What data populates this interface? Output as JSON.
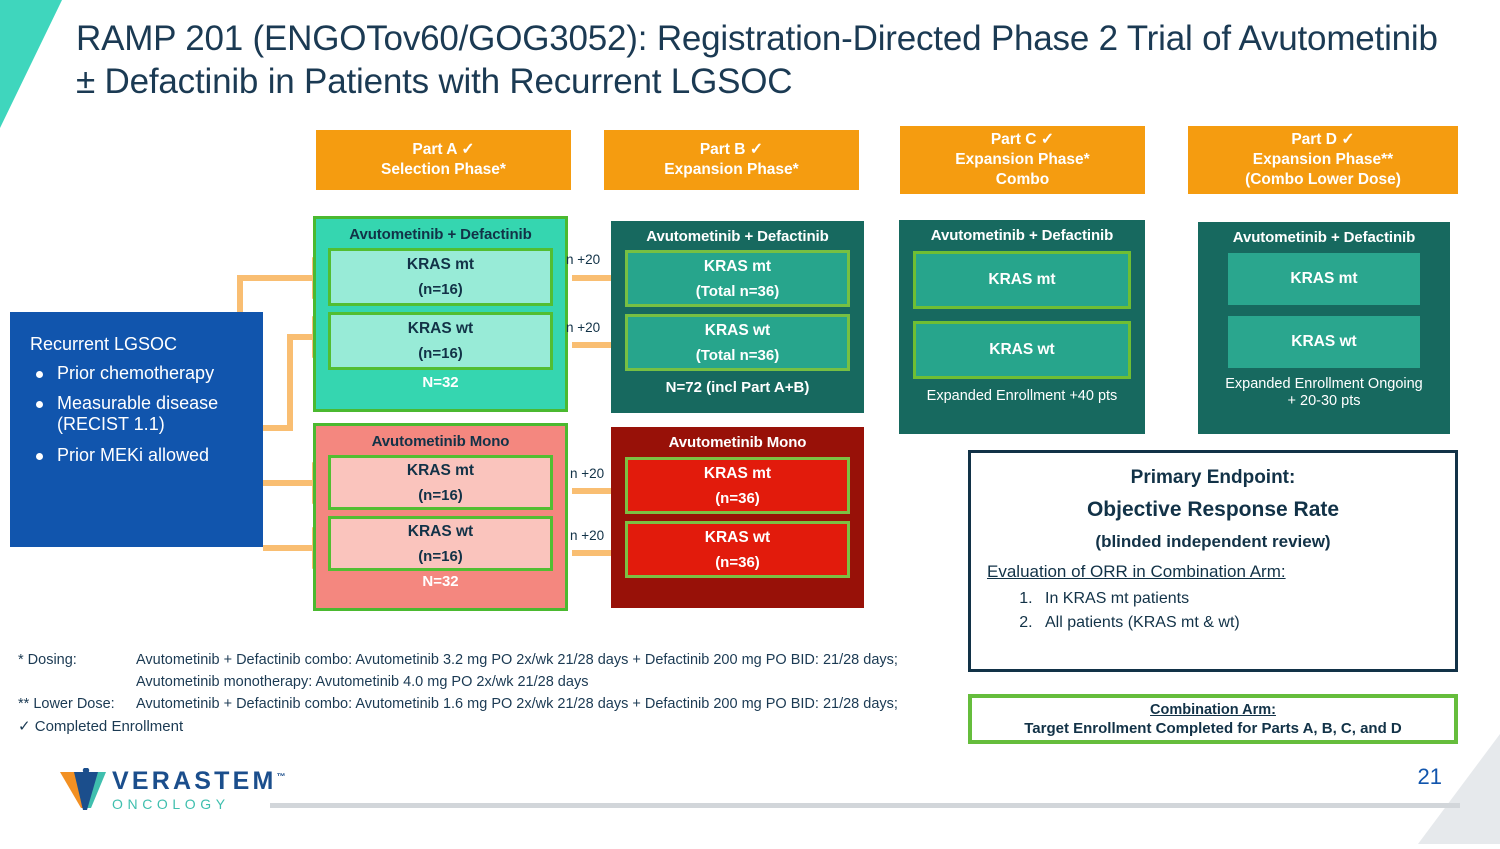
{
  "slide": {
    "title": "RAMP 201 (ENGOTov60/GOG3052): Registration-Directed Phase 2 Trial of Avutometinib ± Defactinib in Patients with Recurrent LGSOC",
    "page_number": "21",
    "accent_colors": {
      "teal_corner": "#3FD6BD",
      "header_orange": "#F59C10",
      "blue_box": "#1155AD",
      "dark_teal": "#17695F",
      "mid_teal": "#27A58C",
      "light_teal": "#35D6B0",
      "pale_teal": "#98EBD7",
      "salmon": "#F4877F",
      "pale_salmon": "#FAC4BD",
      "dark_red": "#981108",
      "bright_red": "#E21B0C",
      "green_border": "#4BB930",
      "arrow_orange": "#F9BE72",
      "navy_text": "#123247"
    }
  },
  "eligibility": {
    "heading": "Recurrent LGSOC",
    "bullets": [
      "Prior chemotherapy",
      "Measurable disease (RECIST 1.1)",
      "Prior MEKi allowed"
    ]
  },
  "parts": [
    {
      "id": "part-a",
      "label": "Part A",
      "check": "✓",
      "subtitle_lines": [
        "Selection Phase*"
      ]
    },
    {
      "id": "part-b",
      "label": "Part B",
      "check": "✓",
      "subtitle_lines": [
        "Expansion Phase*"
      ]
    },
    {
      "id": "part-c",
      "label": "Part C",
      "check": "✓",
      "subtitle_lines": [
        "Expansion Phase*",
        "Combo"
      ]
    },
    {
      "id": "part-d",
      "label": "Part D",
      "check": "✓",
      "subtitle_lines": [
        "Expansion Phase**",
        "(Combo Lower Dose)"
      ]
    }
  ],
  "arms": {
    "a_combo": {
      "title": "Avutometinib + Defactinib",
      "kras_mt": {
        "line1": "KRAS mt",
        "line2": "(n=16)"
      },
      "kras_wt": {
        "line1": "KRAS wt",
        "line2": "(n=16)"
      },
      "footer": "N=32"
    },
    "a_mono": {
      "title": "Avutometinib Mono",
      "kras_mt": {
        "line1": "KRAS mt",
        "line2": "(n=16)"
      },
      "kras_wt": {
        "line1": "KRAS wt",
        "line2": "(n=16)"
      },
      "footer": "N=32"
    },
    "b_combo": {
      "title": "Avutometinib + Defactinib",
      "kras_mt": {
        "line1": "KRAS mt",
        "line2": "(Total n=36)"
      },
      "kras_wt": {
        "line1": "KRAS wt",
        "line2": "(Total n=36)"
      },
      "footer": "N=72 (incl Part A+B)"
    },
    "b_mono": {
      "title": "Avutometinib Mono",
      "kras_mt": {
        "line1": "KRAS mt",
        "line2": "(n=36)"
      },
      "kras_wt": {
        "line1": "KRAS wt",
        "line2": "(n=36)"
      }
    },
    "c_combo": {
      "title": "Avutometinib + Defactinib",
      "kras_mt": {
        "line1": "KRAS mt"
      },
      "kras_wt": {
        "line1": "KRAS wt"
      },
      "footer": "Expanded Enrollment +40 pts"
    },
    "d_combo": {
      "title": "Avutometinib + Defactinib",
      "kras_mt": {
        "line1": "KRAS mt"
      },
      "kras_wt": {
        "line1": "KRAS wt"
      },
      "footer_line1": "Expanded Enrollment Ongoing",
      "footer_line2": "+ 20-30 pts"
    }
  },
  "transition_labels": {
    "combo_mt": "n +20",
    "combo_wt": "n +20",
    "mono_mt": "n +20",
    "mono_wt": "n +20"
  },
  "endpoint": {
    "line1": "Primary Endpoint:",
    "line2": "Objective Response Rate",
    "line3": "(blinded independent review)",
    "line4": "Evaluation of ORR in Combination Arm:",
    "items": [
      "In KRAS mt patients",
      "All patients (KRAS mt & wt)"
    ]
  },
  "combination_arm_banner": {
    "line1": "Combination Arm:",
    "line2": "Target Enrollment Completed for Parts A, B, C, and D"
  },
  "footnotes": {
    "dosing_label": "* Dosing:",
    "dosing_line1": "Avutometinib + Defactinib combo: Avutometinib 3.2 mg PO 2x/wk 21/28 days + Defactinib 200 mg PO BID: 21/28 days;",
    "dosing_line2": "Avutometinib monotherapy: Avutometinib 4.0 mg PO 2x/wk 21/28 days",
    "lower_dose_label": "** Lower Dose:",
    "lower_dose_line": "Avutometinib + Defactinib combo: Avutometinib 1.6 mg PO 2x/wk 21/28 days + Defactinib 200 mg PO BID: 21/28 days;",
    "completed": "✓ Completed Enrollment"
  },
  "logo": {
    "name": "VERASTEM",
    "tm": "™",
    "sub": "ONCOLOGY"
  }
}
